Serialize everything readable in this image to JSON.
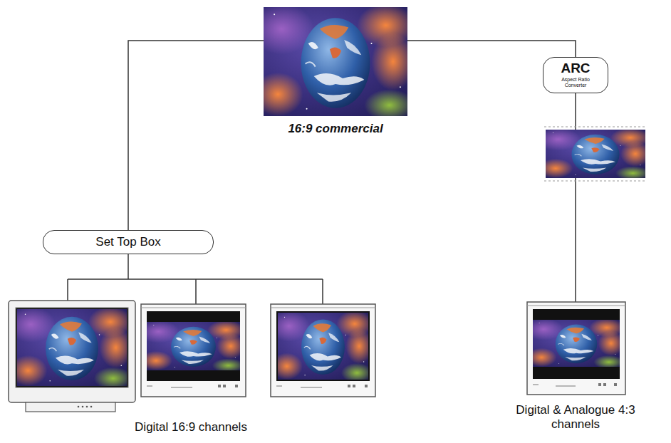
{
  "diagram": {
    "nodes": [
      {
        "text": [
          "16:9 commercial"
        ]
      },
      {
        "text": [
          "Set Top Box"
        ]
      },
      {
        "text": [
          "ARC",
          "Aspect Ratio Converter"
        ]
      }
    ],
    "edges": [
      {
        "from": 0,
        "to": 1,
        "arrow": "none"
      },
      {
        "from": 0,
        "to": 2,
        "arrow": "none"
      }
    ],
    "labels": [
      "Digital 16:9 channels",
      "Digital & Analogue 4:3 channels"
    ]
  }
}
